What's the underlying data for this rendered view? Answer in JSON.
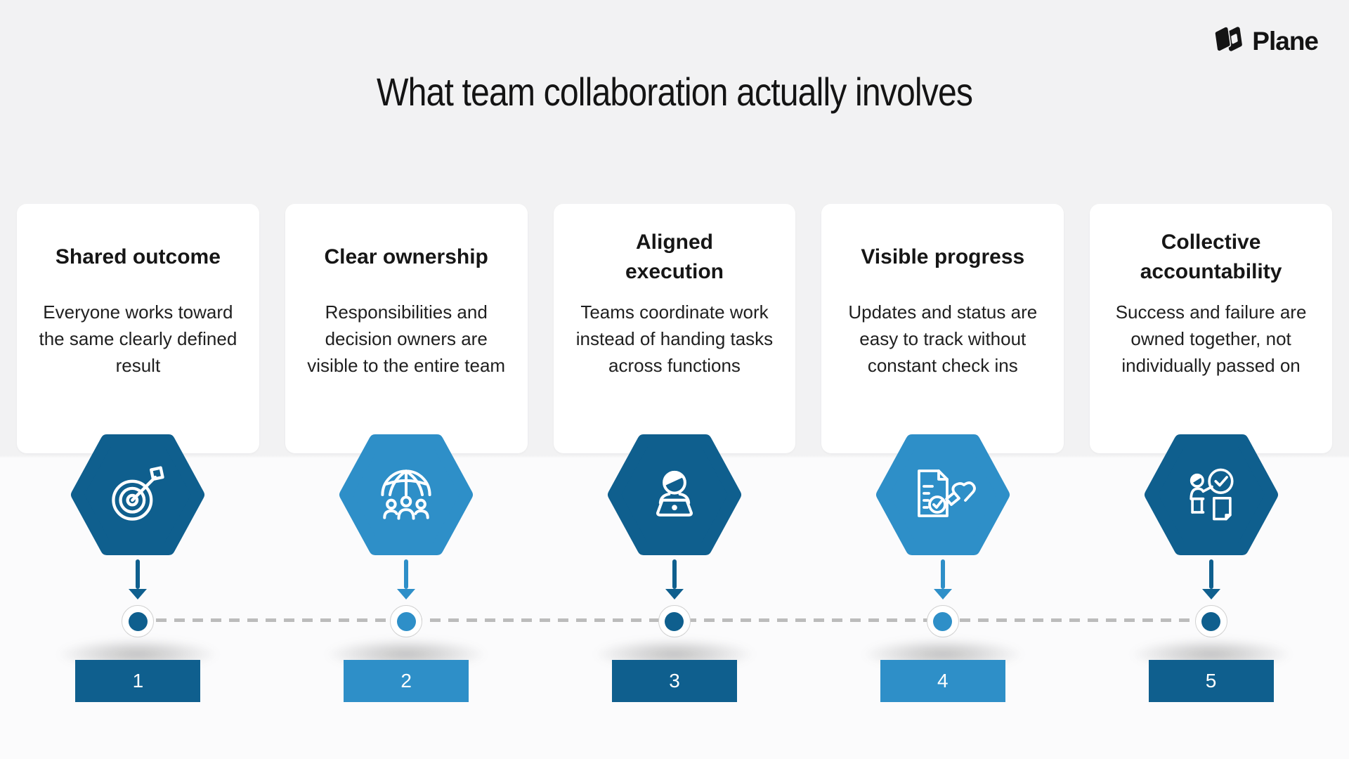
{
  "logo": {
    "brand": "Plane"
  },
  "title": "What team collaboration actually involves",
  "colors": {
    "dark_blue": "#0F5F8E",
    "light_blue": "#2E8FC8",
    "background_top": "#F2F2F3",
    "background_bottom": "#FBFBFC",
    "card": "#FFFFFF",
    "text": "#161616",
    "dash_line": "#BCBCBC"
  },
  "columns": [
    {
      "number": "1",
      "title": "Shared outcome",
      "description": "Everyone works toward the same clearly defined result",
      "icon": "target-arrow-icon",
      "theme": "dark"
    },
    {
      "number": "2",
      "title": "Clear ownership",
      "description": "Responsibilities and decision owners are visible to the entire team",
      "icon": "global-team-icon",
      "theme": "light"
    },
    {
      "number": "3",
      "title": "Aligned execution",
      "description": "Teams coordinate work instead of handing tasks across functions",
      "icon": "person-laptop-icon",
      "theme": "dark"
    },
    {
      "number": "4",
      "title": "Visible progress",
      "description": "Updates and status are easy to track without constant check ins",
      "icon": "document-approval-icon",
      "theme": "light"
    },
    {
      "number": "5",
      "title": "Collective accountability",
      "description": "Success and failure are owned together, not individually passed on",
      "icon": "person-check-icon",
      "theme": "dark"
    }
  ]
}
